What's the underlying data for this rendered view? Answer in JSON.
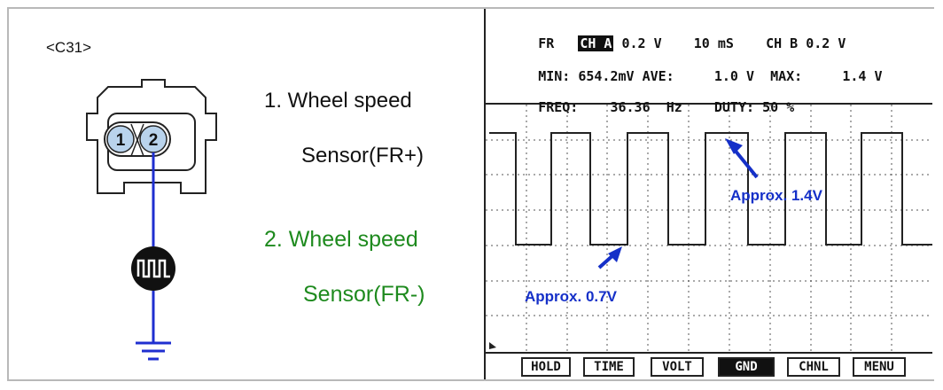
{
  "connector": {
    "label": "<C31>",
    "pin1": "1",
    "pin2": "2",
    "pin_fill": "#b9d3ec",
    "wire_color": "#1f2fd0"
  },
  "descriptions": {
    "line1a": "1. Wheel speed",
    "line1b": "Sensor(FR+)",
    "line2a": "2. Wheel speed",
    "line2b": "Sensor(FR-)",
    "highlight_color": "#1e8a1e"
  },
  "scope": {
    "channel": "FR",
    "ch_a_label": "CH A",
    "ch_a_scale": "0.2 V",
    "time_scale": "10 mS",
    "ch_b": "CH B 0.2 V",
    "min_label": "MIN:",
    "min_value": "654.2mV",
    "ave_label": "AVE:",
    "ave_value": "1.0 V",
    "max_label": "MAX:",
    "max_value": "1.4 V",
    "freq_label": "FREQ:",
    "freq_value": "36.36",
    "freq_unit": "Hz",
    "duty_label": "DUTY:",
    "duty_value": "50 %",
    "annotations": {
      "high": "Approx. 1.4V",
      "low": "Approx. 0.7V",
      "color": "#1530c8"
    },
    "buttons": [
      {
        "label": "HOLD",
        "active": false
      },
      {
        "label": "TIME",
        "active": false
      },
      {
        "label": "VOLT",
        "active": false
      },
      {
        "label": "GND",
        "active": true
      },
      {
        "label": "CHNL",
        "active": false
      },
      {
        "label": "MENU",
        "active": false
      }
    ]
  }
}
